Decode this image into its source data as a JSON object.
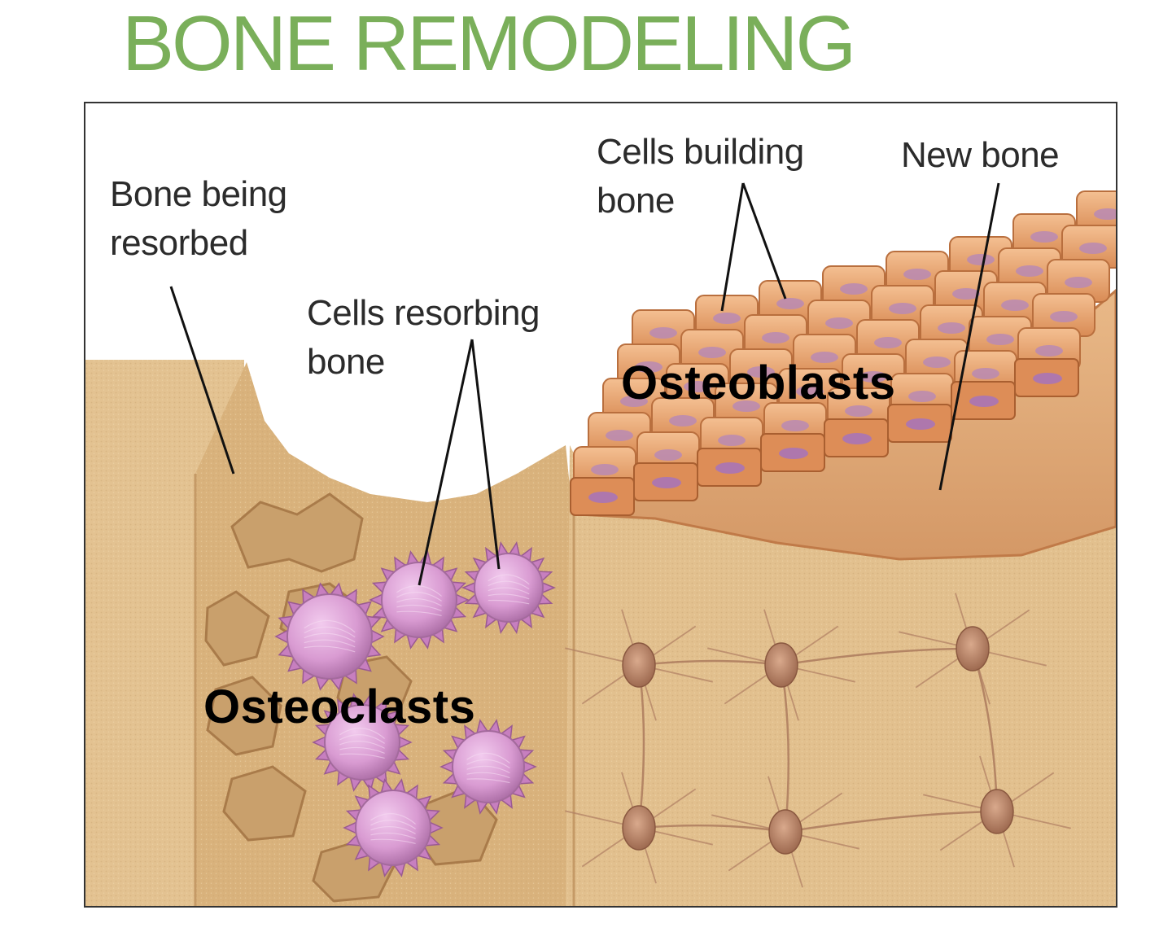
{
  "title": "BONE REMODELING",
  "colors": {
    "title": "#7aaf5a",
    "bone_base": "#dcb988",
    "bone_light": "#e8cc9e",
    "bone_dark": "#b98a55",
    "osteoblast": "#e9a36e",
    "osteoblast_nucleus": "#b88ab4",
    "osteoclast": "#d99bd2",
    "osteocyte": "#b9866a",
    "leader_line": "#111111"
  },
  "labels": {
    "bone_being_resorbed": [
      "Bone being",
      "resorbed"
    ],
    "cells_resorbing_bone": [
      "Cells resorbing",
      "bone"
    ],
    "cells_building_bone": [
      "Cells building",
      "bone"
    ],
    "new_bone": [
      "New bone"
    ],
    "osteoblasts": "Osteoblasts",
    "osteoclasts": "Osteoclasts"
  }
}
